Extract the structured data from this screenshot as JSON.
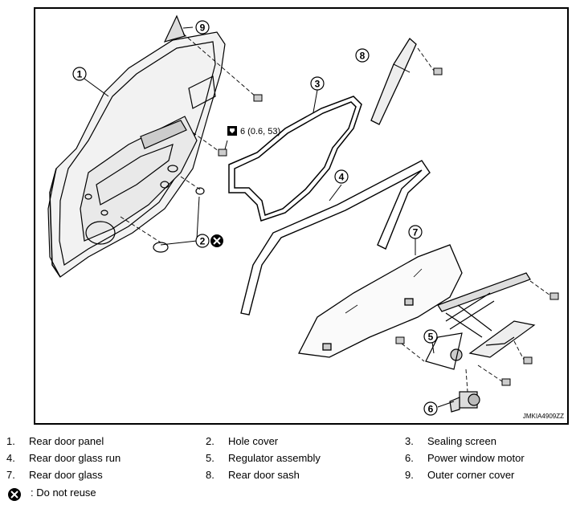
{
  "figure_code": "JMKIA4909ZZ",
  "torque_spec": "6 (0.6, 53)",
  "callouts": [
    "1",
    "2",
    "3",
    "4",
    "5",
    "6",
    "7",
    "8",
    "9"
  ],
  "legend": [
    {
      "num": "1.",
      "label": "Rear door panel"
    },
    {
      "num": "2.",
      "label": "Hole cover"
    },
    {
      "num": "3.",
      "label": "Sealing screen"
    },
    {
      "num": "4.",
      "label": "Rear door glass run"
    },
    {
      "num": "5.",
      "label": "Regulator assembly"
    },
    {
      "num": "6.",
      "label": "Power window motor"
    },
    {
      "num": "7.",
      "label": "Rear door glass"
    },
    {
      "num": "8.",
      "label": "Rear door sash"
    },
    {
      "num": "9.",
      "label": "Outer corner cover"
    }
  ],
  "note": ": Do not reuse",
  "icons": [
    "do-not-reuse-icon",
    "torque-wrench-icon"
  ]
}
